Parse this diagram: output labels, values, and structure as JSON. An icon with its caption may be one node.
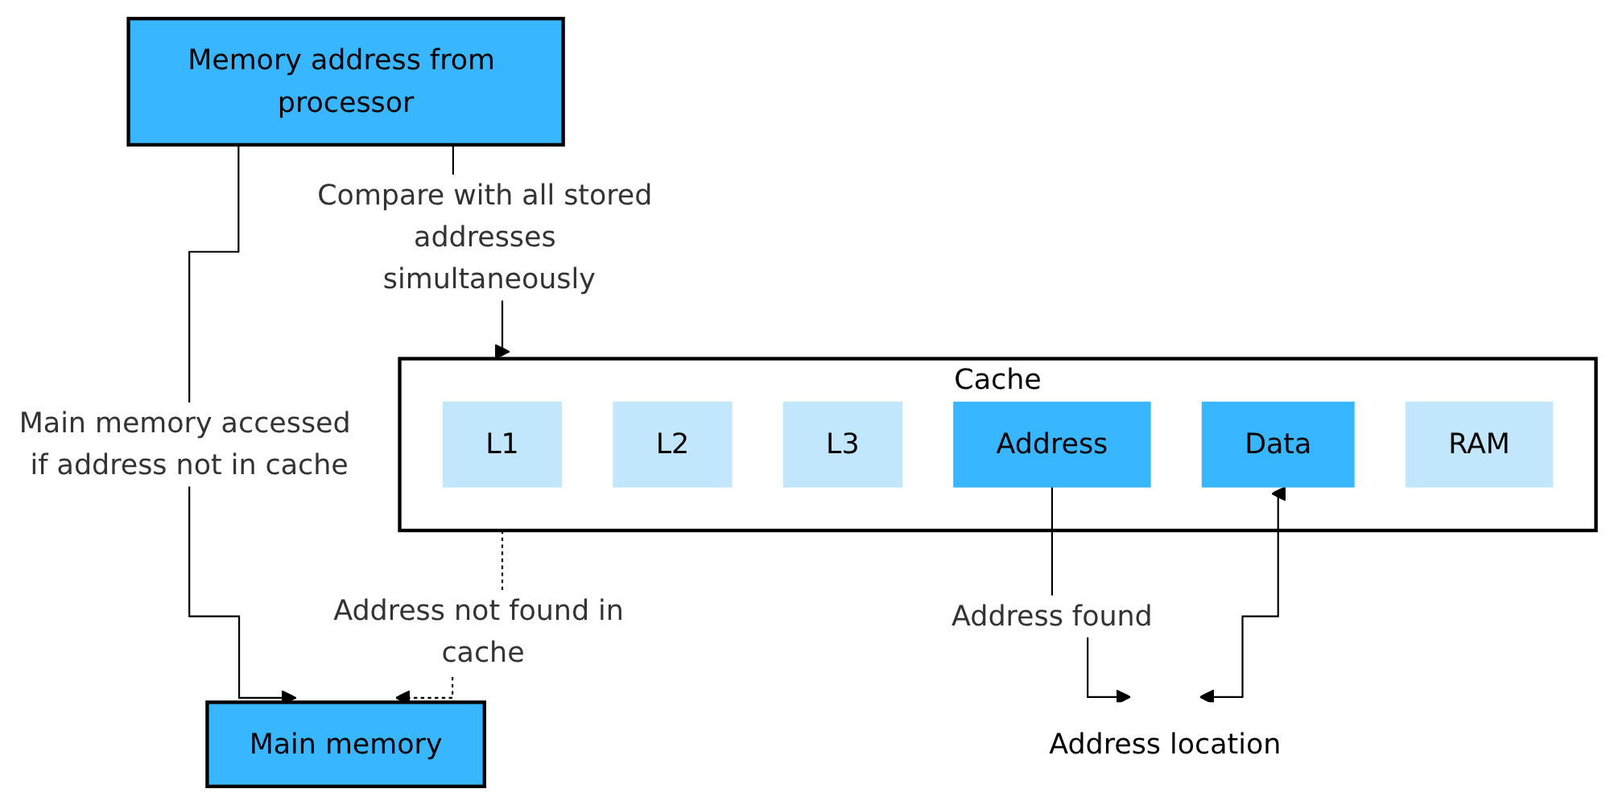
{
  "diagram": {
    "nodes": [
      {
        "text": [
          "Memory address from processor"
        ]
      },
      {
        "text": [
          "Cache"
        ]
      },
      {
        "text": [
          "L1"
        ],
        "in": 1
      },
      {
        "text": [
          "L2"
        ],
        "in": 1
      },
      {
        "text": [
          "L3"
        ],
        "in": 1
      },
      {
        "text": [
          "Address"
        ],
        "in": 1
      },
      {
        "text": [
          "Data"
        ],
        "in": 1
      },
      {
        "text": [
          "RAM"
        ],
        "in": 1
      },
      {
        "text": [
          "Main memory"
        ]
      },
      {
        "text": [
          "Address location"
        ]
      }
    ],
    "edges": [
      {
        "from": 0,
        "to": 8,
        "arrow": "to",
        "label": "Main memory accessed if address not in cache"
      },
      {
        "from": 0,
        "to": 1,
        "arrow": "to",
        "label": "Compare with all stored addresses simultaneously"
      },
      {
        "from": 5,
        "to": 9,
        "arrow": "to",
        "label": "Address found"
      },
      {
        "from": 6,
        "to": 9,
        "arrow": "both"
      },
      {
        "from": 1,
        "to": 8,
        "arrow": "to",
        "label": "Address not found in cache",
        "style": "dashed"
      }
    ]
  }
}
